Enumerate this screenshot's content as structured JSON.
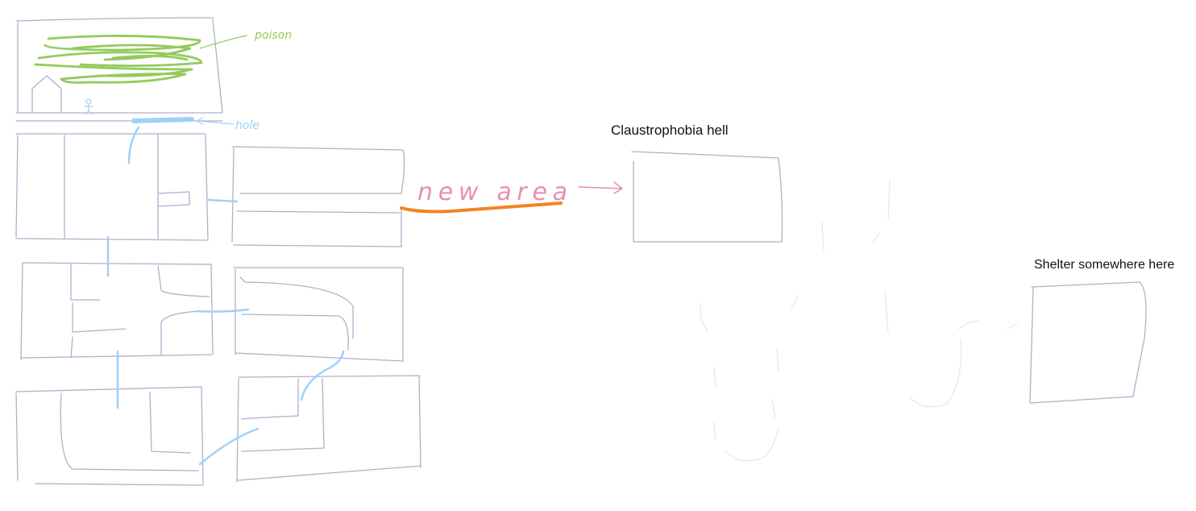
{
  "labels": {
    "claustrophobia": "Claustrophobia hell",
    "shelter": "Shelter somewhere here",
    "poison": "poison",
    "hole": "hole",
    "new_area": "new area"
  },
  "colors": {
    "walls": "#b3aecd",
    "faint_walls": "#e6e6ea",
    "passages": "#9fd1f7",
    "poison": "#92cb5c",
    "new_area_text": "#e691a9",
    "new_area_line": "#f28421",
    "text": "#111111"
  }
}
